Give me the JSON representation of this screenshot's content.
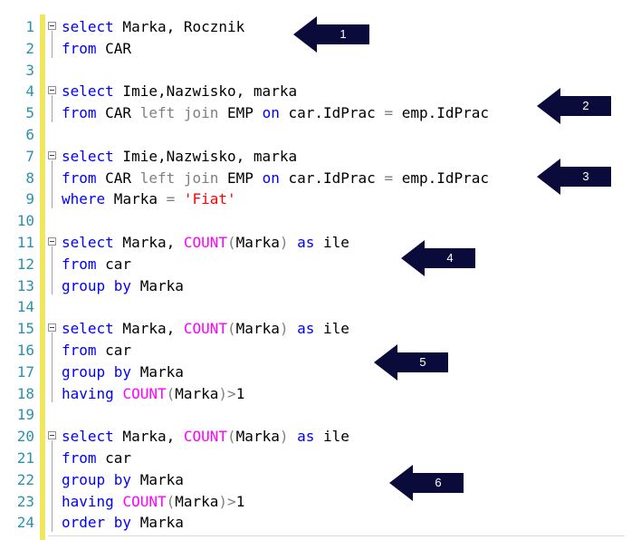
{
  "editor": {
    "lines": [
      {
        "n": "1",
        "parts": [
          {
            "t": "select",
            "c": "kw"
          },
          {
            "t": " Marka, Rocznik",
            "c": "pl"
          }
        ]
      },
      {
        "n": "2",
        "parts": [
          {
            "t": "from",
            "c": "kw"
          },
          {
            "t": " CAR",
            "c": "pl"
          }
        ]
      },
      {
        "n": "3",
        "parts": []
      },
      {
        "n": "4",
        "parts": [
          {
            "t": "select",
            "c": "kw"
          },
          {
            "t": " Imie,Nazwisko, marka",
            "c": "pl"
          }
        ]
      },
      {
        "n": "5",
        "parts": [
          {
            "t": "from",
            "c": "kw"
          },
          {
            "t": " CAR ",
            "c": "pl"
          },
          {
            "t": "left join",
            "c": "gr"
          },
          {
            "t": " EMP ",
            "c": "pl"
          },
          {
            "t": "on",
            "c": "kw"
          },
          {
            "t": " car.IdPrac ",
            "c": "pl"
          },
          {
            "t": "=",
            "c": "gr"
          },
          {
            "t": " emp.IdPrac",
            "c": "pl"
          }
        ]
      },
      {
        "n": "6",
        "parts": []
      },
      {
        "n": "7",
        "parts": [
          {
            "t": "select",
            "c": "kw"
          },
          {
            "t": " Imie,Nazwisko, marka",
            "c": "pl"
          }
        ]
      },
      {
        "n": "8",
        "parts": [
          {
            "t": "from",
            "c": "kw"
          },
          {
            "t": " CAR ",
            "c": "pl"
          },
          {
            "t": "left join",
            "c": "gr"
          },
          {
            "t": " EMP ",
            "c": "pl"
          },
          {
            "t": "on",
            "c": "kw"
          },
          {
            "t": " car.IdPrac ",
            "c": "pl"
          },
          {
            "t": "=",
            "c": "gr"
          },
          {
            "t": " emp.IdPrac",
            "c": "pl"
          }
        ]
      },
      {
        "n": "9",
        "parts": [
          {
            "t": "where",
            "c": "kw"
          },
          {
            "t": " Marka ",
            "c": "pl"
          },
          {
            "t": "=",
            "c": "gr"
          },
          {
            "t": " ",
            "c": "pl"
          },
          {
            "t": "'Fiat'",
            "c": "str"
          }
        ]
      },
      {
        "n": "10",
        "parts": []
      },
      {
        "n": "11",
        "parts": [
          {
            "t": "select",
            "c": "kw"
          },
          {
            "t": " Marka, ",
            "c": "pl"
          },
          {
            "t": "COUNT",
            "c": "fn"
          },
          {
            "t": "(",
            "c": "gr"
          },
          {
            "t": "Marka",
            "c": "pl"
          },
          {
            "t": ")",
            "c": "gr"
          },
          {
            "t": " ",
            "c": "pl"
          },
          {
            "t": "as",
            "c": "kw"
          },
          {
            "t": " ile",
            "c": "pl"
          }
        ]
      },
      {
        "n": "12",
        "parts": [
          {
            "t": "from",
            "c": "kw"
          },
          {
            "t": " car",
            "c": "pl"
          }
        ]
      },
      {
        "n": "13",
        "parts": [
          {
            "t": "group by",
            "c": "kw"
          },
          {
            "t": " Marka",
            "c": "pl"
          }
        ]
      },
      {
        "n": "14",
        "parts": []
      },
      {
        "n": "15",
        "parts": [
          {
            "t": "select",
            "c": "kw"
          },
          {
            "t": " Marka, ",
            "c": "pl"
          },
          {
            "t": "COUNT",
            "c": "fn"
          },
          {
            "t": "(",
            "c": "gr"
          },
          {
            "t": "Marka",
            "c": "pl"
          },
          {
            "t": ")",
            "c": "gr"
          },
          {
            "t": " ",
            "c": "pl"
          },
          {
            "t": "as",
            "c": "kw"
          },
          {
            "t": " ile",
            "c": "pl"
          }
        ]
      },
      {
        "n": "16",
        "parts": [
          {
            "t": "from",
            "c": "kw"
          },
          {
            "t": " car",
            "c": "pl"
          }
        ]
      },
      {
        "n": "17",
        "parts": [
          {
            "t": "group by",
            "c": "kw"
          },
          {
            "t": " Marka",
            "c": "pl"
          }
        ]
      },
      {
        "n": "18",
        "parts": [
          {
            "t": "having",
            "c": "kw"
          },
          {
            "t": " ",
            "c": "pl"
          },
          {
            "t": "COUNT",
            "c": "fn"
          },
          {
            "t": "(",
            "c": "gr"
          },
          {
            "t": "Marka",
            "c": "pl"
          },
          {
            "t": ")>",
            "c": "gr"
          },
          {
            "t": "1",
            "c": "pl"
          }
        ]
      },
      {
        "n": "19",
        "parts": []
      },
      {
        "n": "20",
        "parts": [
          {
            "t": "select",
            "c": "kw"
          },
          {
            "t": " Marka, ",
            "c": "pl"
          },
          {
            "t": "COUNT",
            "c": "fn"
          },
          {
            "t": "(",
            "c": "gr"
          },
          {
            "t": "Marka",
            "c": "pl"
          },
          {
            "t": ")",
            "c": "gr"
          },
          {
            "t": " ",
            "c": "pl"
          },
          {
            "t": "as",
            "c": "kw"
          },
          {
            "t": " ile",
            "c": "pl"
          }
        ]
      },
      {
        "n": "21",
        "parts": [
          {
            "t": "from",
            "c": "kw"
          },
          {
            "t": " car",
            "c": "pl"
          }
        ]
      },
      {
        "n": "22",
        "parts": [
          {
            "t": "group by",
            "c": "kw"
          },
          {
            "t": " Marka",
            "c": "pl"
          }
        ]
      },
      {
        "n": "23",
        "parts": [
          {
            "t": "having",
            "c": "kw"
          },
          {
            "t": " ",
            "c": "pl"
          },
          {
            "t": "COUNT",
            "c": "fn"
          },
          {
            "t": "(",
            "c": "gr"
          },
          {
            "t": "Marka",
            "c": "pl"
          },
          {
            "t": ")>",
            "c": "gr"
          },
          {
            "t": "1",
            "c": "pl"
          }
        ]
      },
      {
        "n": "24",
        "parts": [
          {
            "t": "order by",
            "c": "kw"
          },
          {
            "t": " Marka",
            "c": "pl"
          }
        ]
      }
    ]
  },
  "callouts": [
    "1",
    "2",
    "3",
    "4",
    "5",
    "6"
  ],
  "colors": {
    "keyword": "#0000ff",
    "function": "#ff00ff",
    "operator": "#808080",
    "string": "#ff0000",
    "line_number": "#2b91af",
    "gutter_strip": "#f2e75b",
    "callout_fill": "#0b0b3b"
  },
  "icons": {
    "fold": "collapse-minus-icon",
    "callout": "arrow-left-callout-icon"
  }
}
